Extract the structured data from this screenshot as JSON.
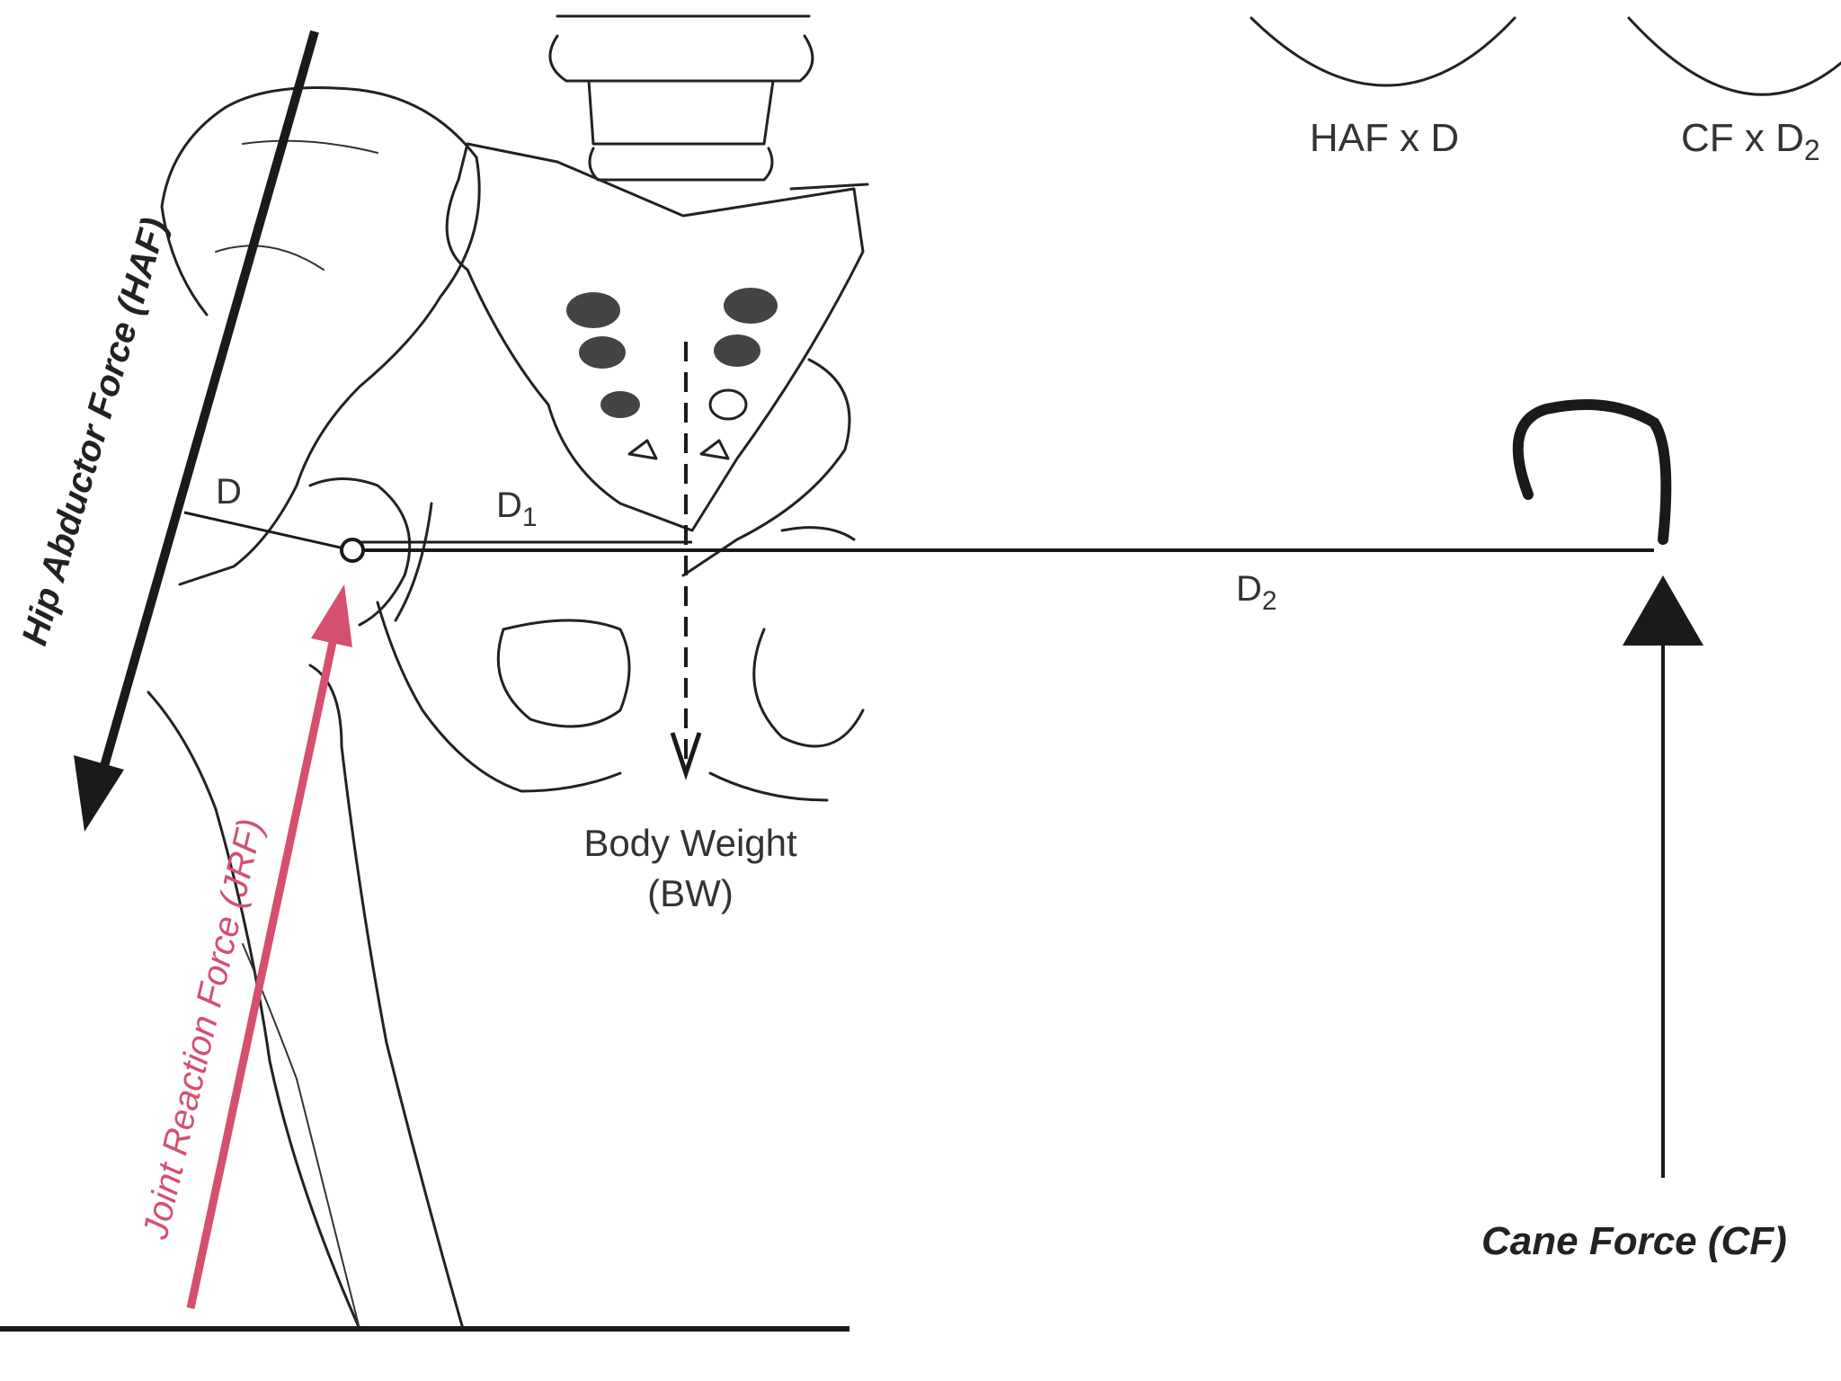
{
  "labels": {
    "haf": "Hip Abductor Force (HAF)",
    "jrf": "Joint Reaction Force (JRF)",
    "body_weight_line1": "Body Weight",
    "body_weight_line2": "(BW)",
    "cane_force": "Cane Force (CF)",
    "d": "D",
    "d1_base": "D",
    "d1_sub": "1",
    "d2_base": "D",
    "d2_sub": "2",
    "moment_haf": "HAF x D",
    "moment_cf_base": "CF x D",
    "moment_cf_sub": "2"
  },
  "colors": {
    "line": "#1a1a1a",
    "jrf": "#d4506e",
    "text": "#333333"
  }
}
